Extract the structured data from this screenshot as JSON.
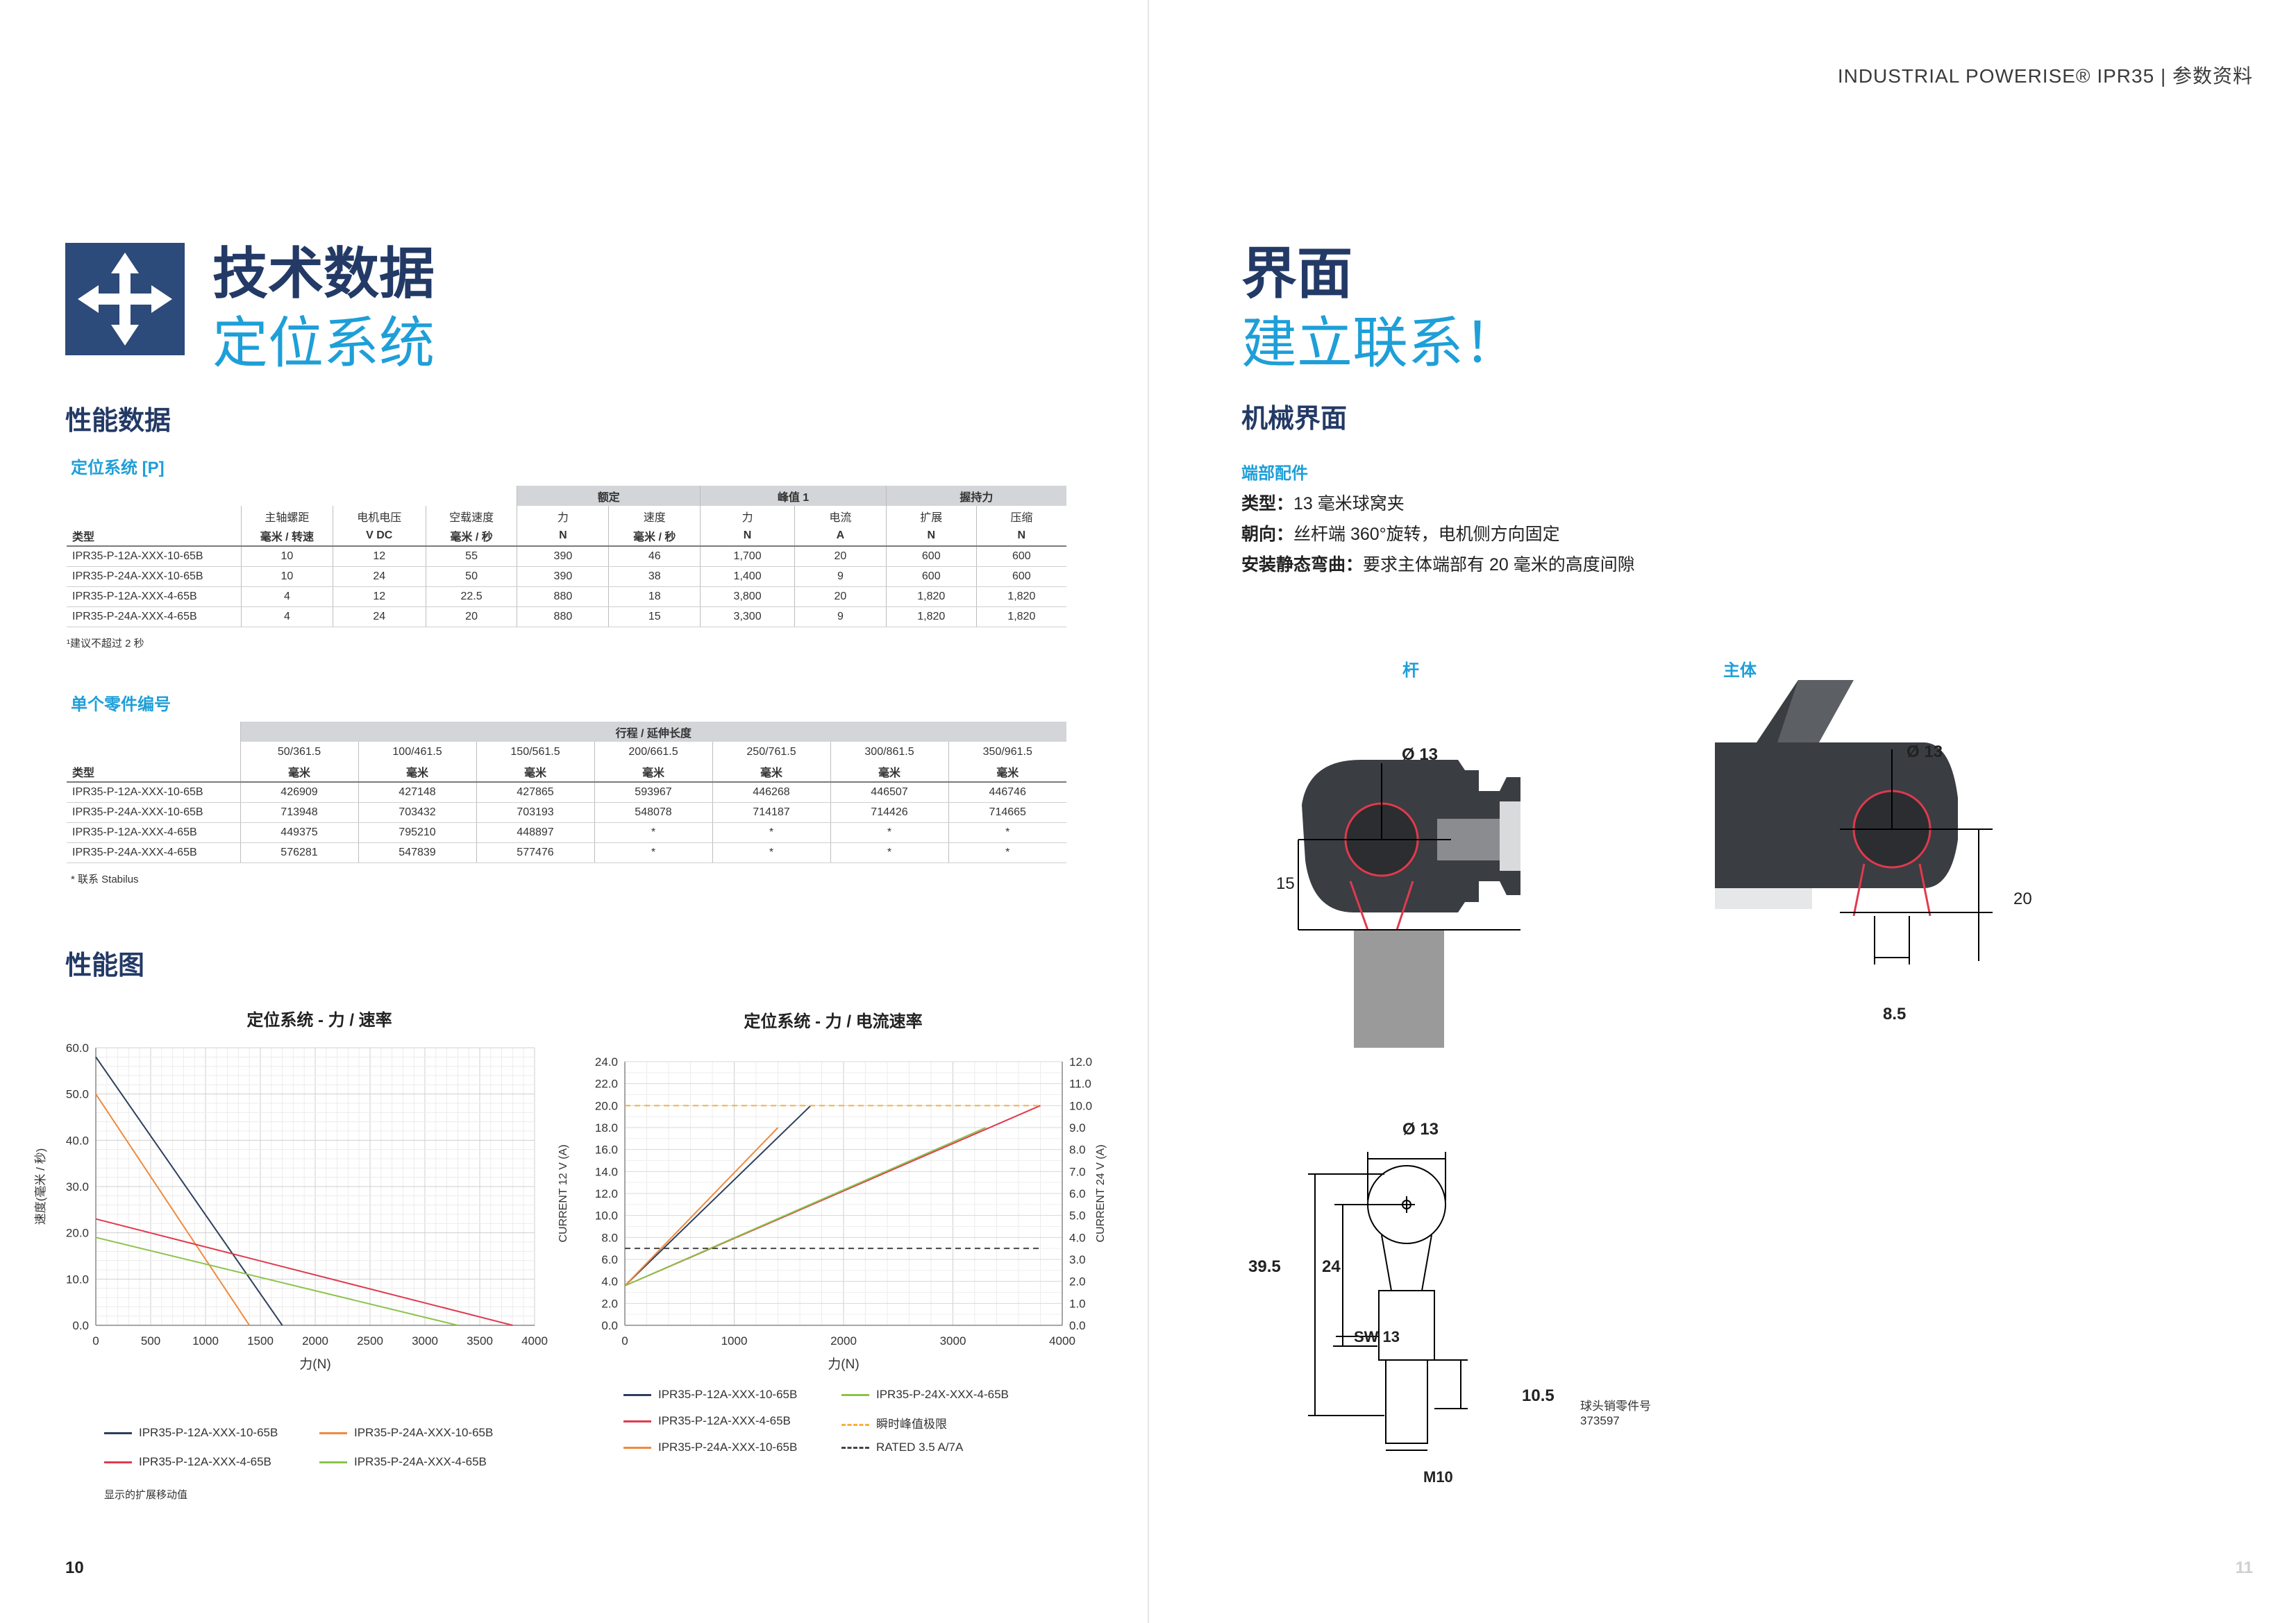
{
  "left": {
    "title": "技术数据",
    "subtitle": "定位系统",
    "performance_heading": "性能数据",
    "table1": {
      "caption": "定位系统 [P]",
      "groups": [
        "额定",
        "峰值 1",
        "握持力"
      ],
      "headers": [
        "主轴螺距",
        "电机电压",
        "空载速度",
        "力",
        "速度",
        "力",
        "电流",
        "扩展",
        "压缩"
      ],
      "type_label": "类型",
      "units": [
        "毫米 / 转速",
        "V DC",
        "毫米 / 秒",
        "N",
        "毫米 / 秒",
        "N",
        "A",
        "N",
        "N"
      ],
      "rows": [
        [
          "IPR35-P-12A-XXX-10-65B",
          "10",
          "12",
          "55",
          "390",
          "46",
          "1,700",
          "20",
          "600",
          "600"
        ],
        [
          "IPR35-P-24A-XXX-10-65B",
          "10",
          "24",
          "50",
          "390",
          "38",
          "1,400",
          "9",
          "600",
          "600"
        ],
        [
          "IPR35-P-12A-XXX-4-65B",
          "4",
          "12",
          "22.5",
          "880",
          "18",
          "3,800",
          "20",
          "1,820",
          "1,820"
        ],
        [
          "IPR35-P-24A-XXX-4-65B",
          "4",
          "24",
          "20",
          "880",
          "15",
          "3,300",
          "9",
          "1,820",
          "1,820"
        ]
      ],
      "footnote": "¹建议不超过 2 秒"
    },
    "table2": {
      "caption": "单个零件编号",
      "group": "行程 / 延伸长度",
      "type_label": "类型",
      "headers": [
        "50/361.5",
        "100/461.5",
        "150/561.5",
        "200/661.5",
        "250/761.5",
        "300/861.5",
        "350/961.5"
      ],
      "unit": "毫米",
      "rows": [
        [
          "IPR35-P-12A-XXX-10-65B",
          "426909",
          "427148",
          "427865",
          "593967",
          "446268",
          "446507",
          "446746"
        ],
        [
          "IPR35-P-24A-XXX-10-65B",
          "713948",
          "703432",
          "703193",
          "548078",
          "714187",
          "714426",
          "714665"
        ],
        [
          "IPR35-P-12A-XXX-4-65B",
          "449375",
          "795210",
          "448897",
          "*",
          "*",
          "*",
          "*"
        ],
        [
          "IPR35-P-24A-XXX-4-65B",
          "576281",
          "547839",
          "577476",
          "*",
          "*",
          "*",
          "*"
        ]
      ],
      "footnote": "* 联系 Stabilus"
    },
    "charts_heading": "性能图",
    "chart1": {
      "title": "定位系统 - 力 / 速率",
      "ylabel": "速度(毫米 / 秒)",
      "xlabel": "力(N)",
      "x_ticks": [
        "0",
        "500",
        "1000",
        "1500",
        "2000",
        "2500",
        "3000",
        "3500",
        "4000"
      ],
      "y_ticks": [
        "0.0",
        "10.0",
        "20.0",
        "30.0",
        "40.0",
        "50.0",
        "60.0"
      ],
      "legend": [
        "IPR35-P-12A-XXX-10-65B",
        "IPR35-P-24A-XXX-10-65B",
        "IPR35-P-12A-XXX-4-65B",
        "IPR35-P-24A-XXX-4-65B"
      ],
      "note": "显示的扩展移动值"
    },
    "chart2": {
      "title": "定位系统 - 力 / 电流速率",
      "ylabel_left": "CURRENT 12 V (A)",
      "ylabel_right": "CURRENT 24 V (A)",
      "xlabel": "力(N)",
      "x_ticks": [
        "0",
        "1000",
        "2000",
        "3000",
        "4000"
      ],
      "y_ticks_left": [
        "0.0",
        "2.0",
        "4.0",
        "6.0",
        "8.0",
        "10.0",
        "12.0",
        "14.0",
        "16.0",
        "18.0",
        "20.0",
        "22.0",
        "24.0"
      ],
      "y_ticks_right": [
        "0.0",
        "1.0",
        "2.0",
        "3.0",
        "4.0",
        "5.0",
        "6.0",
        "7.0",
        "8.0",
        "9.0",
        "10.0",
        "11.0",
        "12.0"
      ],
      "legend": [
        "IPR35-P-12A-XXX-10-65B",
        "IPR35-P-12A-XXX-4-65B",
        "IPR35-P-24A-XXX-10-65B",
        "IPR35-P-24X-XXX-4-65B",
        "瞬时峰值极限",
        "RATED 3.5 A/7A"
      ]
    },
    "page_number": "10"
  },
  "right": {
    "header": "INDUSTRIAL POWERISE® IPR35 | 参数资料",
    "title": "界面",
    "subtitle": "建立联系！",
    "mech_heading": "机械界面",
    "end_fitting": "端部配件",
    "lines": [
      {
        "label": "类型：",
        "text": "13 毫米球窝夹"
      },
      {
        "label": "朝向：",
        "text": "丝杆端 360°旋转，电机侧方向固定"
      },
      {
        "label": "安装静态弯曲：",
        "text": "要求主体端部有 20 毫米的高度间隙"
      }
    ],
    "diagram_rod": "杆",
    "diagram_body": "主体",
    "dims": {
      "d13": "Ø 13",
      "h15": "15",
      "h20": "20",
      "w85": "8.5",
      "l395": "39.5",
      "l24": "24",
      "sw13": "SW 13",
      "l105": "10.5",
      "m10": "M10"
    },
    "ballpin_label": "球头销零件号",
    "ballpin_number": "373597",
    "page_number": "11"
  },
  "chart_data": [
    {
      "type": "line",
      "title": "定位系统 - 力 / 速率",
      "xlabel": "力(N)",
      "ylabel": "速度(毫米 / 秒)",
      "xlim": [
        0,
        4000
      ],
      "ylim": [
        0,
        60
      ],
      "grid": true,
      "legend_position": "bottom",
      "series": [
        {
          "name": "IPR35-P-12A-XXX-10-65B",
          "color": "#2d3e5c",
          "points": [
            [
              0,
              58
            ],
            [
              1700,
              0
            ]
          ]
        },
        {
          "name": "IPR35-P-24A-XXX-10-65B",
          "color": "#f08a3c",
          "points": [
            [
              0,
              50
            ],
            [
              1400,
              0
            ]
          ]
        },
        {
          "name": "IPR35-P-12A-XXX-4-65B",
          "color": "#e03a4e",
          "points": [
            [
              0,
              23
            ],
            [
              3800,
              0
            ]
          ]
        },
        {
          "name": "IPR35-P-24A-XXX-4-65B",
          "color": "#8bc34a",
          "points": [
            [
              0,
              19
            ],
            [
              3300,
              0
            ]
          ]
        }
      ]
    },
    {
      "type": "line",
      "title": "定位系统 - 力 / 电流速率",
      "xlabel": "力(N)",
      "ylabel": "CURRENT 12 V (A)",
      "ylabel_right": "CURRENT 24 V (A)",
      "xlim": [
        0,
        4000
      ],
      "ylim": [
        0,
        24
      ],
      "ylim_right": [
        0,
        12
      ],
      "grid": true,
      "legend_position": "bottom",
      "series": [
        {
          "name": "IPR35-P-12A-XXX-10-65B",
          "color": "#2d3e5c",
          "points": [
            [
              0,
              3.6
            ],
            [
              1700,
              20
            ]
          ]
        },
        {
          "name": "IPR35-P-12A-XXX-4-65B",
          "color": "#e03a4e",
          "points": [
            [
              0,
              3.6
            ],
            [
              3800,
              20
            ]
          ]
        },
        {
          "name": "IPR35-P-24A-XXX-10-65B",
          "color": "#f08a3c",
          "points": [
            [
              0,
              3.6
            ],
            [
              1400,
              18
            ]
          ]
        },
        {
          "name": "IPR35-P-24X-XXX-4-65B",
          "color": "#8bc34a",
          "points": [
            [
              0,
              3.6
            ],
            [
              3300,
              18
            ]
          ]
        },
        {
          "name": "瞬时峰值极限",
          "color": "#f5b041",
          "dashed": true,
          "points": [
            [
              0,
              20
            ],
            [
              3800,
              20
            ]
          ]
        },
        {
          "name": "RATED 3.5 A/7A",
          "color": "#444444",
          "dashed": true,
          "points": [
            [
              0,
              7
            ],
            [
              3800,
              7
            ]
          ]
        }
      ]
    }
  ]
}
